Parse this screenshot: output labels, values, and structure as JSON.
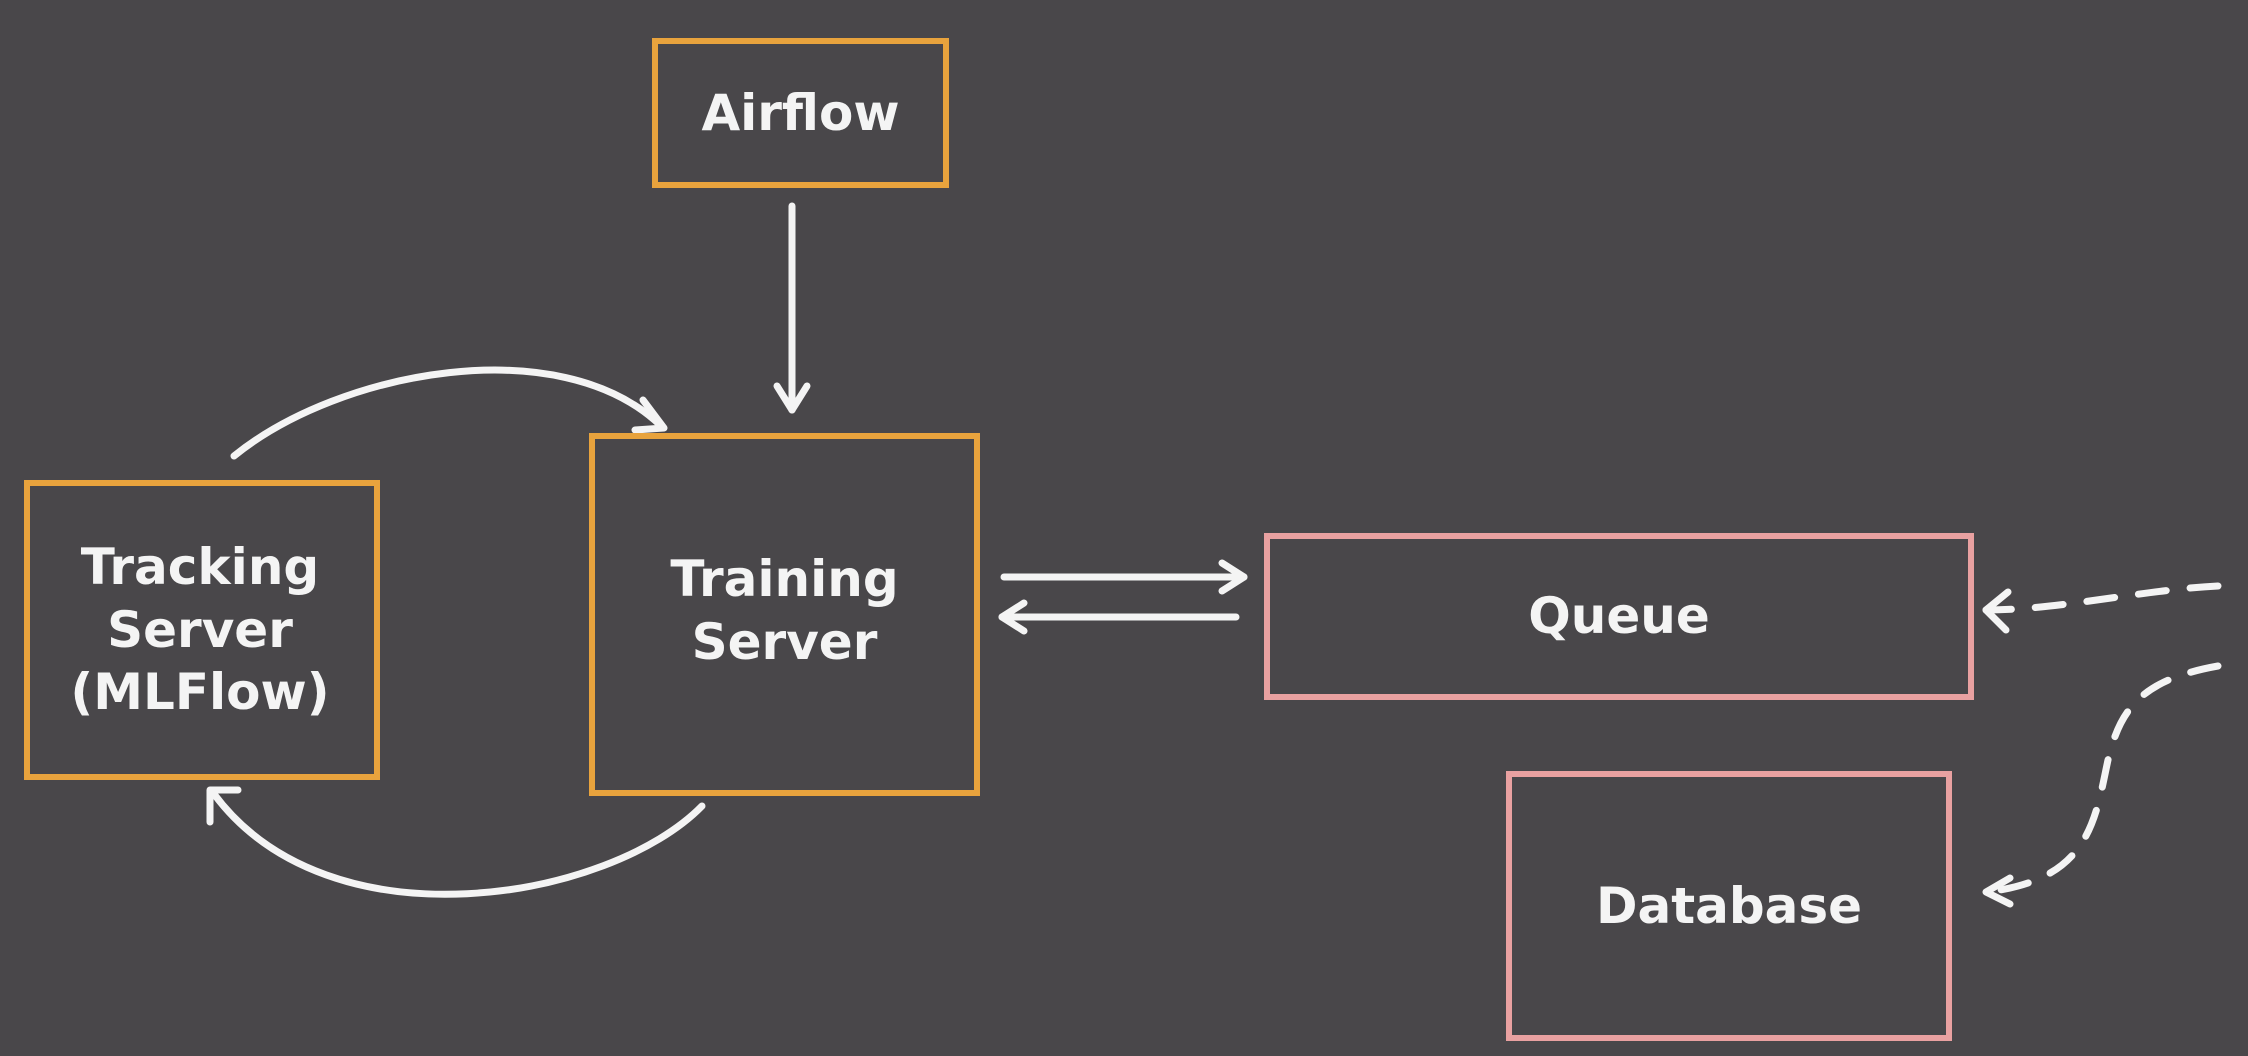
{
  "colors": {
    "background": "#49474a",
    "service_border": "#e8a33d",
    "storage_border": "#e9a1a1",
    "arrow": "#f4f4f4",
    "text": "#f4f4f4"
  },
  "nodes": {
    "airflow": {
      "label": "Airflow"
    },
    "tracking_server": {
      "label": "Tracking\nServer\n(MLFlow)"
    },
    "training_server": {
      "label": "Training\nServer"
    },
    "queue": {
      "label": "Queue"
    },
    "database": {
      "label": "Database"
    }
  }
}
